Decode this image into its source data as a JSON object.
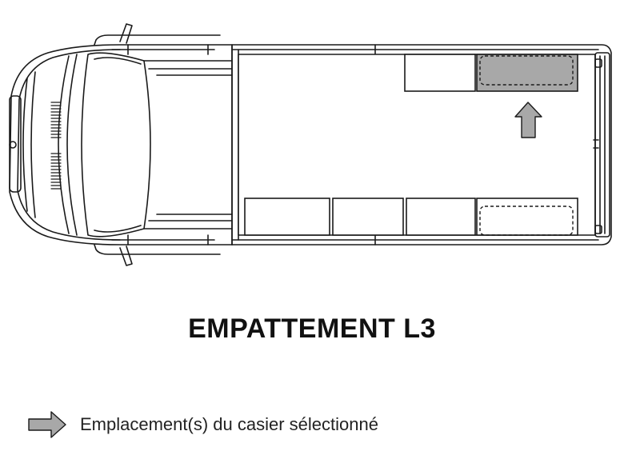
{
  "diagram": {
    "title": "EMPATTEMENT L3",
    "legend_label": "Emplacement(s) du casier sélectionné",
    "colors": {
      "outline": "#1a1a1a",
      "selected_fill": "#a8a8a8",
      "arrow_fill": "#a8a8a8",
      "background": "#ffffff"
    },
    "icons": {
      "legend": "arrow-right-icon",
      "indicator": "arrow-up-icon"
    },
    "lockers": [
      {
        "row": "top",
        "position": 1,
        "selected": false,
        "style": "plain"
      },
      {
        "row": "top",
        "position": 2,
        "selected": true,
        "style": "dashed"
      },
      {
        "row": "bottom",
        "position": 1,
        "selected": false,
        "style": "plain"
      },
      {
        "row": "bottom",
        "position": 2,
        "selected": false,
        "style": "plain"
      },
      {
        "row": "bottom",
        "position": 3,
        "selected": false,
        "style": "plain"
      },
      {
        "row": "bottom",
        "position": 4,
        "selected": false,
        "style": "dashed"
      }
    ]
  }
}
